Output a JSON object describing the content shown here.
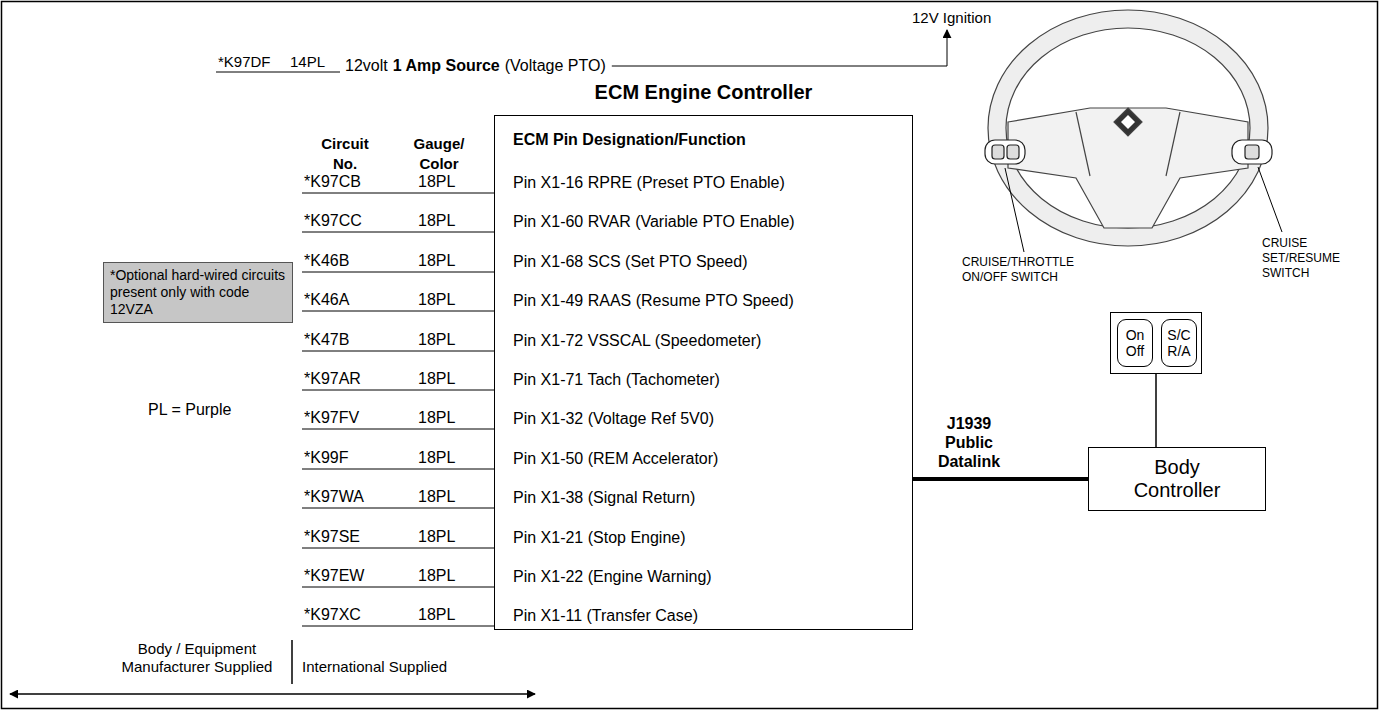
{
  "diagram": {
    "nodes": [
      {
        "text": [
          "ECM Engine Controller",
          "ECM Pin Designation/Function",
          "Pin X1-16 RPRE (Preset PTO Enable)",
          "Pin X1-60 RVAR (Variable PTO Enable)",
          "Pin X1-68 SCS (Set PTO Speed)",
          "Pin X1-49 RAAS (Resume PTO Speed)",
          "Pin X1-72 VSSCAL (Speedometer)",
          "Pin X1-71 Tach (Tachometer)",
          "Pin X1-32 (Voltage Ref 5V0)",
          "Pin X1-50 (REM Accelerator)",
          "Pin X1-38 (Signal Return)",
          "Pin X1-21 (Stop Engine)",
          "Pin X1-22 (Engine Warning)",
          "Pin X1-11 (Transfer Case)"
        ]
      },
      {
        "text": [
          "*Optional hard-wired circuits present only with code 12VZA"
        ]
      },
      {
        "text": []
      },
      {
        "text": [
          "On Off"
        ],
        "in": 2
      },
      {
        "text": [
          "S/C R/A"
        ],
        "in": 2
      },
      {
        "text": [
          "Body Controller"
        ]
      }
    ],
    "edges": [
      {
        "from": 0,
        "to": 5,
        "label": "J1939 Public Datalink",
        "arrow": "none"
      },
      {
        "from": 2,
        "to": 5,
        "arrow": "none"
      }
    ],
    "labels": [
      "12V Ignition",
      "*K97DF",
      "14PL",
      "12volt",
      "1 Amp Source",
      "(Voltage PTO)",
      "Circuit No.",
      "Gauge/ Color",
      "*K97CB",
      "*K97CC",
      "*K46B",
      "*K46A",
      "*K47B",
      "*K97AR",
      "*K97FV",
      "*K99F",
      "*K97WA",
      "*K97SE",
      "*K97EW",
      "*K97XC",
      "18PL",
      "18PL",
      "18PL",
      "18PL",
      "18PL",
      "18PL",
      "18PL",
      "18PL",
      "18PL",
      "18PL",
      "18PL",
      "18PL",
      "PL = Purple",
      "CRUISE/THROTTLE ON/OFF SWITCH",
      "CRUISE SET/RESUME SWITCH",
      "Body / Equipment Manufacturer Supplied",
      "International Supplied"
    ]
  }
}
